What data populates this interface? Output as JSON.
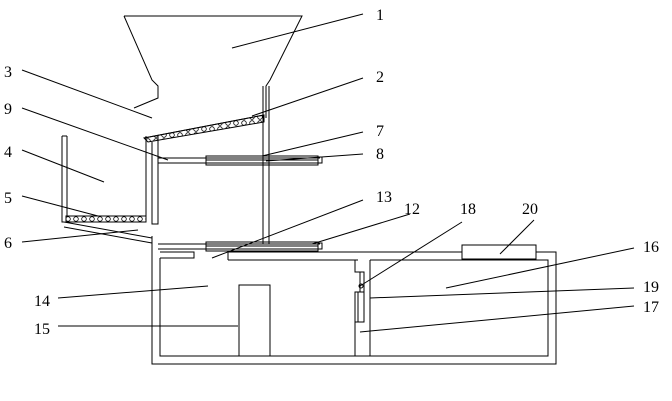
{
  "labels": [
    {
      "id": "1",
      "text": "1"
    },
    {
      "id": "2",
      "text": "2"
    },
    {
      "id": "3",
      "text": "3"
    },
    {
      "id": "4",
      "text": "4"
    },
    {
      "id": "5",
      "text": "5"
    },
    {
      "id": "6",
      "text": "6"
    },
    {
      "id": "7",
      "text": "7"
    },
    {
      "id": "8",
      "text": "8"
    },
    {
      "id": "9",
      "text": "9"
    },
    {
      "id": "12",
      "text": "12"
    },
    {
      "id": "13",
      "text": "13"
    },
    {
      "id": "14",
      "text": "14"
    },
    {
      "id": "15",
      "text": "15"
    },
    {
      "id": "16",
      "text": "16"
    },
    {
      "id": "17",
      "text": "17"
    },
    {
      "id": "18",
      "text": "18"
    },
    {
      "id": "19",
      "text": "19"
    },
    {
      "id": "20",
      "text": "20"
    }
  ]
}
